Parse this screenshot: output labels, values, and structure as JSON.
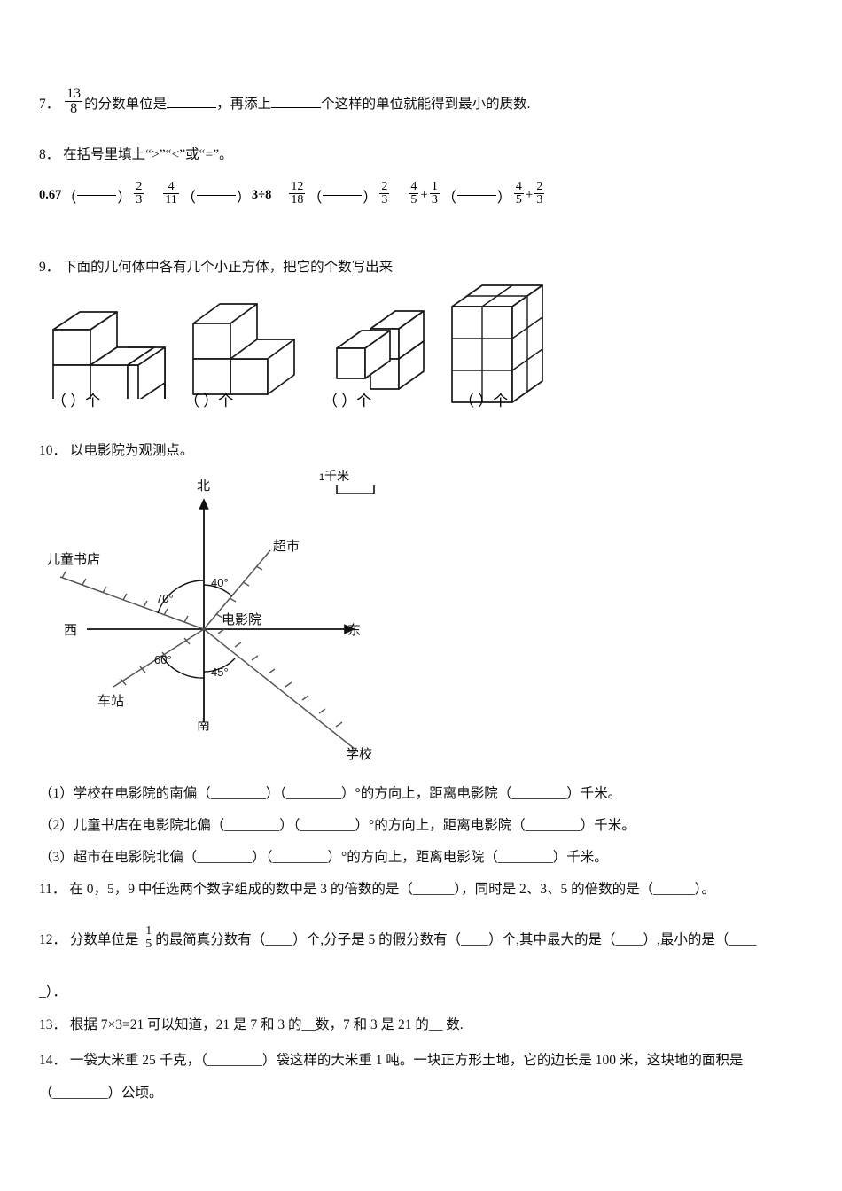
{
  "document": {
    "type": "math-worksheet",
    "language": "zh-CN"
  },
  "items": {
    "q7": {
      "number": "7．",
      "fraction": {
        "numerator": "13",
        "denominator": "8"
      },
      "text_a": "的分数单位是",
      "text_b": "，再添上",
      "text_c": "个这样的单位就能得到最小的质数."
    },
    "q8": {
      "number": "8．",
      "prompt": "在括号里填上“>”“<”或“=”。",
      "comparisons": [
        {
          "left_plain": "0.67",
          "right_type": "fraction",
          "right_num": "2",
          "right_den": "3"
        },
        {
          "left_type": "fraction",
          "left_num": "4",
          "left_den": "11",
          "right_plain": "3÷8"
        },
        {
          "left_type": "fraction",
          "left_num": "12",
          "left_den": "18",
          "right_type": "fraction",
          "right_num": "2",
          "right_den": "3"
        },
        {
          "left_type": "sum",
          "left_num": "4",
          "left_den": "5",
          "left_num2": "1",
          "left_den2": "3",
          "right_type": "sum",
          "right_num": "4",
          "right_den": "5",
          "right_num2": "2",
          "right_den2": "3"
        }
      ],
      "paren_open": "（",
      "paren_close": "）",
      "plus": "+"
    },
    "q9": {
      "number": "9．",
      "prompt": "下面的几何体中各有几个小正方体，把它的个数写出来",
      "captions": [
        "（      ）个",
        "（      ）个",
        "（      ）个",
        "（      ）个"
      ],
      "figures": [
        {
          "name": "l-shape-4-cubes",
          "description": "三个并排加左上一个"
        },
        {
          "name": "step-shape-3-cubes",
          "description": "两个并排加上面一个"
        },
        {
          "name": "stair-shape-3-cubes",
          "description": "左低右高阶梯"
        },
        {
          "name": "block-2x2x3",
          "description": "2×2×3长方体"
        }
      ]
    },
    "q10": {
      "number": "10．",
      "prompt": "以电影院为观测点。",
      "scale_label_number": "1",
      "scale_label_unit": "千米",
      "axis_labels": {
        "north": "北",
        "south": "南",
        "east": "东",
        "west": "西"
      },
      "places": {
        "center": "电影院",
        "supermarket": "超市",
        "bookstore": "儿童书店",
        "station": "车站",
        "school": "学校"
      },
      "angles": {
        "supermarket": "40°",
        "bookstore": "70°",
        "station": "60°",
        "school": "45°"
      },
      "subquestions": [
        "（1）学校在电影院的南偏（________）（________）°的方向上，距离电影院（________）千米。",
        "（2）儿童书店在电影院北偏（________）（________）°的方向上，距离电影院（________）千米。",
        "（3）超市在电影院北偏（________）（________）°的方向上，距离电影院（________）千米。"
      ]
    },
    "q11": {
      "number": "11．",
      "text": "在 0，5，9 中任选两个数字组成的数中是 3 的倍数的是（______），同时是 2、3、5 的倍数的是（______）。"
    },
    "q12": {
      "number": "12．",
      "text_a": "分数单位是",
      "fraction": {
        "numerator": "1",
        "denominator": "5"
      },
      "text_b": "的最简真分数有（____）个,分子是 5 的假分数有（____）个,其中最大的是（____）,最小的是（____",
      "text_c": "_）．"
    },
    "q13": {
      "number": "13．",
      "text": "根据 7×3=21 可以知道，21 是 7 和 3 的__数，7 和 3 是 21 的__ 数."
    },
    "q14": {
      "number": "14．",
      "text_line1": "一袋大米重 25 千克，（________）袋这样的大米重 1 吨。一块正方形土地，它的边长是 100 米，这块地的面积是",
      "text_line2": "（________）公顷。"
    }
  },
  "colors": {
    "ink": "#000000",
    "paper": "#ffffff",
    "diagram_line": "#555555"
  }
}
